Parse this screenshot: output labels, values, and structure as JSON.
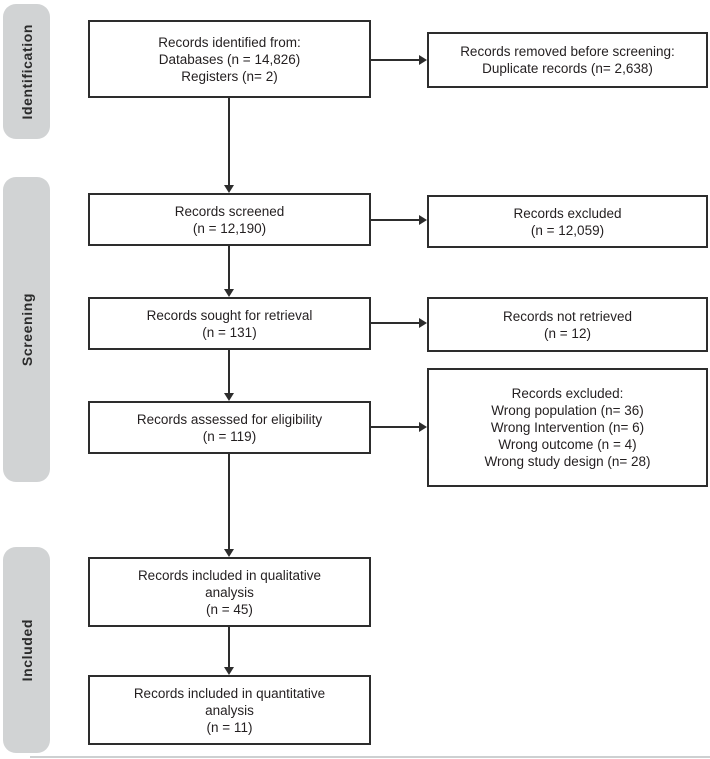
{
  "palette": {
    "sidebar_bg": "#d1d3d4",
    "box_border": "#2d2d2d",
    "arrow": "#2d2d2d",
    "text": "#231f20"
  },
  "sidebar": {
    "stages": [
      {
        "label": "Identification"
      },
      {
        "label": "Screening"
      },
      {
        "label": "Included"
      }
    ]
  },
  "flow": {
    "identified": "Records identified from:\nDatabases (n = 14,826)\nRegisters (n= 2)",
    "removed": "Records removed before screening:\nDuplicate records (n= 2,638)",
    "screened": "Records screened\n(n = 12,190)",
    "excluded_screening": "Records excluded\n(n = 12,059)",
    "sought": "Records sought for retrieval\n(n = 131)",
    "not_retrieved": "Records not retrieved\n(n = 12)",
    "assessed": "Records assessed for eligibility\n(n = 119)",
    "excluded_eligibility": "Records excluded:\nWrong population (n= 36)\nWrong Intervention (n= 6)\nWrong outcome (n = 4)\nWrong study design (n= 28)",
    "qualitative": "Records included in qualitative\nanalysis\n(n = 45)",
    "quantitative": "Records included in quantitative\nanalysis\n(n = 11)"
  }
}
